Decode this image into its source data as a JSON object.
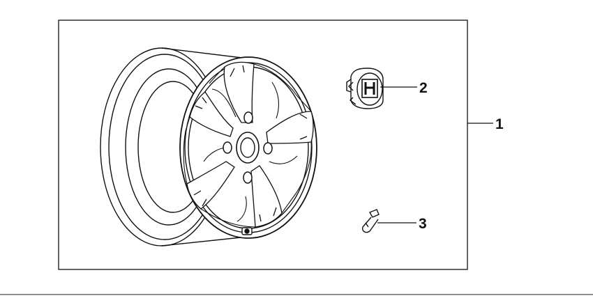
{
  "diagram": {
    "callouts": [
      {
        "number": "1",
        "part": "wheel-assembly"
      },
      {
        "number": "2",
        "part": "center-cap"
      },
      {
        "number": "3",
        "part": "valve-stem"
      }
    ],
    "colors": {
      "line": "#111111",
      "background": "#ffffff"
    }
  }
}
